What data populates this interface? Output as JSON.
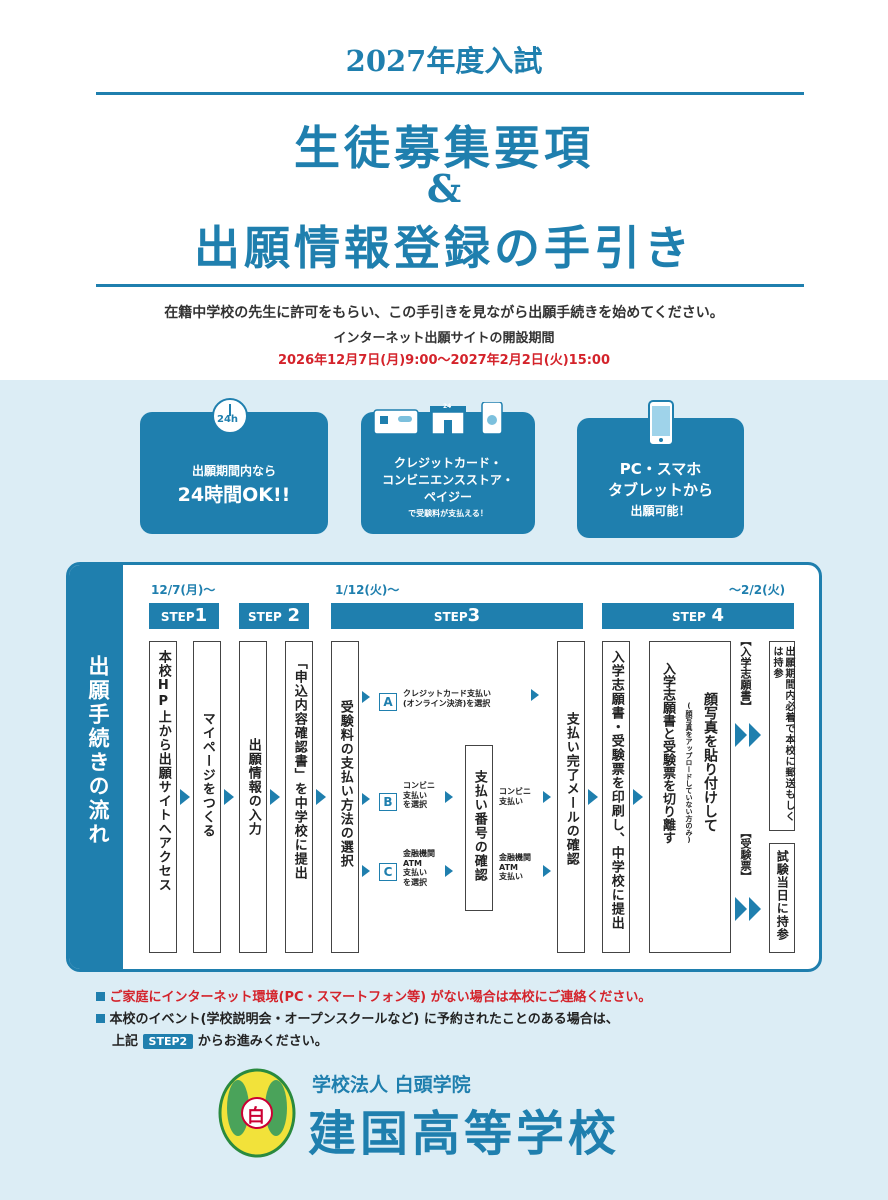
{
  "header": {
    "year": "2027年度入試",
    "title_line1": "生徒募集要項",
    "ampersand": "&",
    "title_line2": "出願情報登録の手引き"
  },
  "intro": {
    "instruction": "在籍中学校の先生に許可をもらい、この手引きを見ながら出願手続きを始めてください。",
    "site_label": "インターネット出願サイトの開設期間",
    "site_period": "2026年12月7日(月)9:00〜2027年2月2日(火)15:00"
  },
  "features": [
    {
      "icon": "clock-24h-icon",
      "icon_text": "24h",
      "line1": "出願期間内なら",
      "line2": "24時間OK!!"
    },
    {
      "icon": "payment-icons",
      "icon_text": "24",
      "line1": "クレジットカード・",
      "line2": "コンビニエンスストア・",
      "line3": "ペイジー",
      "line4": "で受験料が支払える！"
    },
    {
      "icon": "smartphone-icon",
      "line1": "PC・スマホ",
      "line2": "タブレットから",
      "line3": "出願可能！"
    }
  ],
  "flow": {
    "title": "出願手続きの流れ",
    "dates": {
      "start": "12/7(月)〜",
      "step3": "1/12(火)〜",
      "end": "〜2/2(火)"
    },
    "steps": [
      {
        "label": "STEP",
        "num": "1"
      },
      {
        "label": "STEP",
        "num": "2"
      },
      {
        "label": "STEP",
        "num": "3"
      },
      {
        "label": "STEP",
        "num": "4"
      }
    ],
    "boxes": {
      "b1": "本校HP上から出願サイトへアクセス",
      "b2": "マイページをつくる",
      "b3": "出願情報の入力",
      "b4": "「申込内容確認書」を中学校に提出",
      "b5": "受験料の支払い方法の選択",
      "b6": "支払い番号の確認",
      "b7": "支払い完了メールの確認",
      "b8": "入学志願書・受験票を印刷し、中学校に提出",
      "b9": "入学志願書と受験票を切り離す",
      "b9_sub": "顔写真を貼り付けして",
      "b9_note": "(顔写真をアップロードしていない方のみ)",
      "b10": "出願期間内必着で本校に郵送もしくは持参",
      "b11": "試験当日に持参"
    },
    "options": {
      "A": {
        "letter": "A",
        "line1": "クレジットカード支払い",
        "line2": "(オンライン決済)を選択"
      },
      "B": {
        "letter": "B",
        "line1": "コンビニ",
        "line2": "支払い",
        "line3": "を選択",
        "after": "コンビニ",
        "after2": "支払い"
      },
      "C": {
        "letter": "C",
        "line1": "金融機関",
        "line2": "ATM",
        "line3": "支払い",
        "line4": "を選択",
        "after": "金融機関",
        "after2": "ATM",
        "after3": "支払い"
      }
    },
    "labels": {
      "application": "【入学志願書】",
      "ticket": "【受験票】"
    }
  },
  "notes": {
    "n1": "ご家庭にインターネット環境(PC・スマートフォン等) がない場合は本校にご連絡ください。",
    "n2": "本校のイベント(学校説明会・オープンスクールなど) に予約されたことのある場合は、",
    "n3_pre": "上記",
    "n3_badge": "STEP2",
    "n3_post": "からお進みください。"
  },
  "footer": {
    "corp": "学校法人 白頭学院",
    "school": "建国高等学校",
    "emblem_char": "白"
  },
  "colors": {
    "brand": "#1f7fae",
    "alert": "#d4232b",
    "panel": "#dcedf5"
  }
}
